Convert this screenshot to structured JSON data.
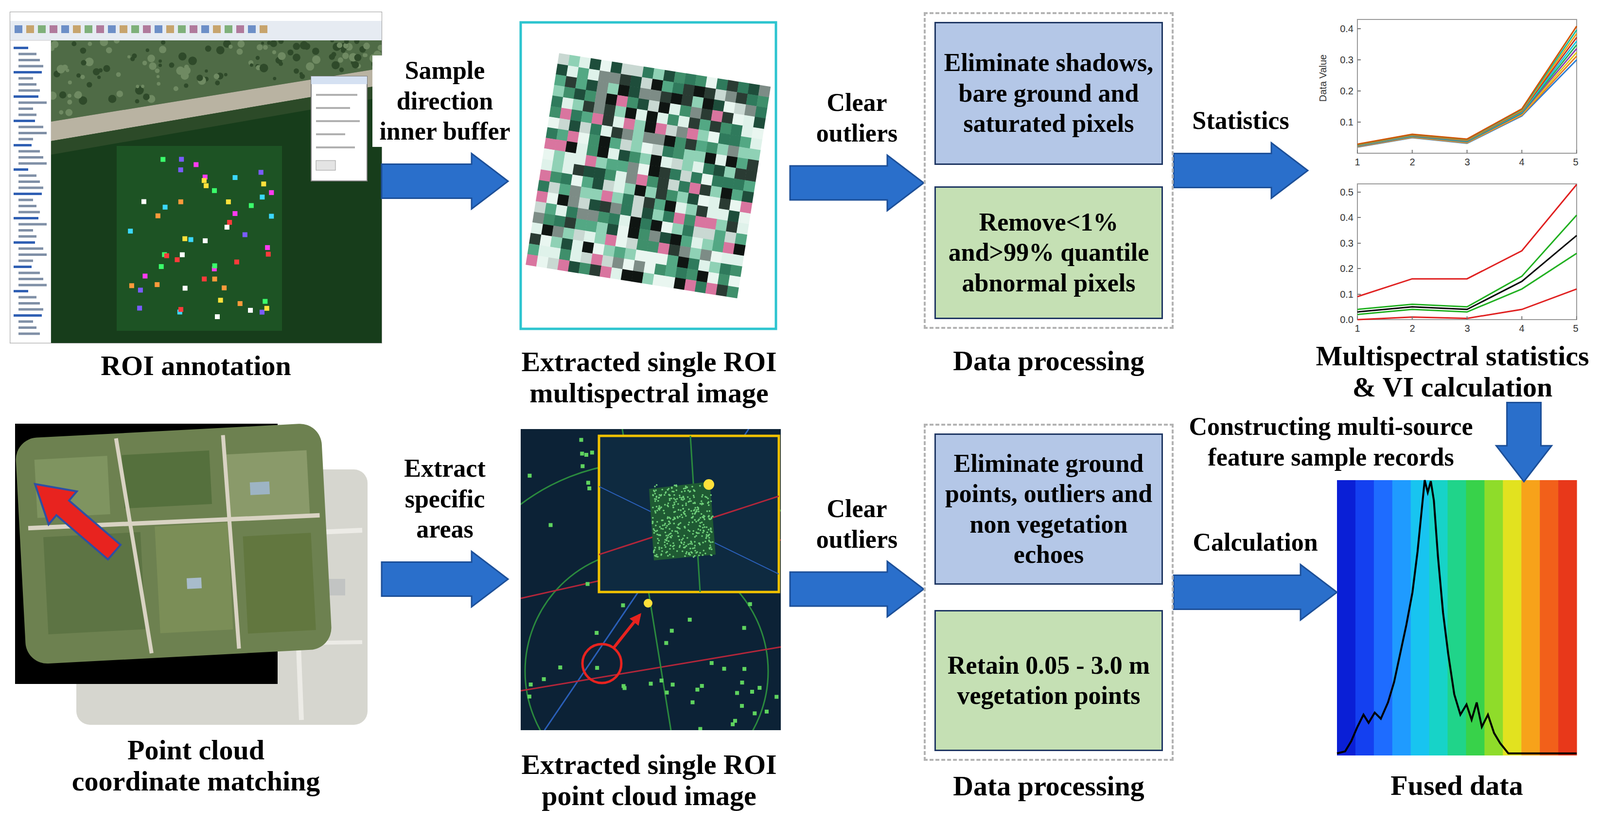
{
  "diagram": {
    "nodes": [
      {
        "text": [
          "ROI annotation"
        ]
      },
      {
        "text": [
          "Extracted single ROI multispectral image"
        ]
      },
      {
        "text": [
          "Data processing"
        ]
      },
      {
        "text": [
          "Eliminate shadows, bare ground and saturated pixels"
        ],
        "in": 2
      },
      {
        "text": [
          "Remove<1% and>99% quantile abnormal pixels"
        ],
        "in": 2
      },
      {
        "text": [
          "Multispectral statistics & VI calculation"
        ]
      },
      {
        "text": [
          "Point cloud coordinate matching"
        ]
      },
      {
        "text": [
          "Extracted single ROI point cloud image"
        ]
      },
      {
        "text": [
          "Data processing"
        ]
      },
      {
        "text": [
          "Eliminate ground points, outliers and non vegetation echoes"
        ],
        "in": 8
      },
      {
        "text": [
          "Retain 0.05 - 3.0 m vegetation points"
        ],
        "in": 8
      },
      {
        "text": [
          "Fused data"
        ]
      }
    ],
    "edges": [
      {
        "from": 0,
        "to": 1,
        "label": "Sample direction inner buffer",
        "arrow": "to"
      },
      {
        "from": 1,
        "to": 2,
        "label": "Clear outliers",
        "arrow": "to"
      },
      {
        "from": 2,
        "to": 5,
        "label": "Statistics",
        "arrow": "to"
      },
      {
        "from": 5,
        "to": 11,
        "label": "Constructing multi-source feature sample records",
        "arrow": "to"
      },
      {
        "from": 6,
        "to": 7,
        "label": "Extract specific areas",
        "arrow": "to"
      },
      {
        "from": 7,
        "to": 8,
        "label": "Clear outliers",
        "arrow": "to"
      },
      {
        "from": 8,
        "to": 11,
        "label": "Calculation",
        "arrow": "to"
      }
    ],
    "labels": [
      "Data Value",
      "0.4",
      "0.3",
      "0.2",
      "0.1",
      "1",
      "2",
      "3",
      "4",
      "5",
      "0.5",
      "0.4",
      "0.3",
      "0.2",
      "0.1",
      "0.0",
      "1",
      "2",
      "3",
      "4",
      "5"
    ]
  }
}
